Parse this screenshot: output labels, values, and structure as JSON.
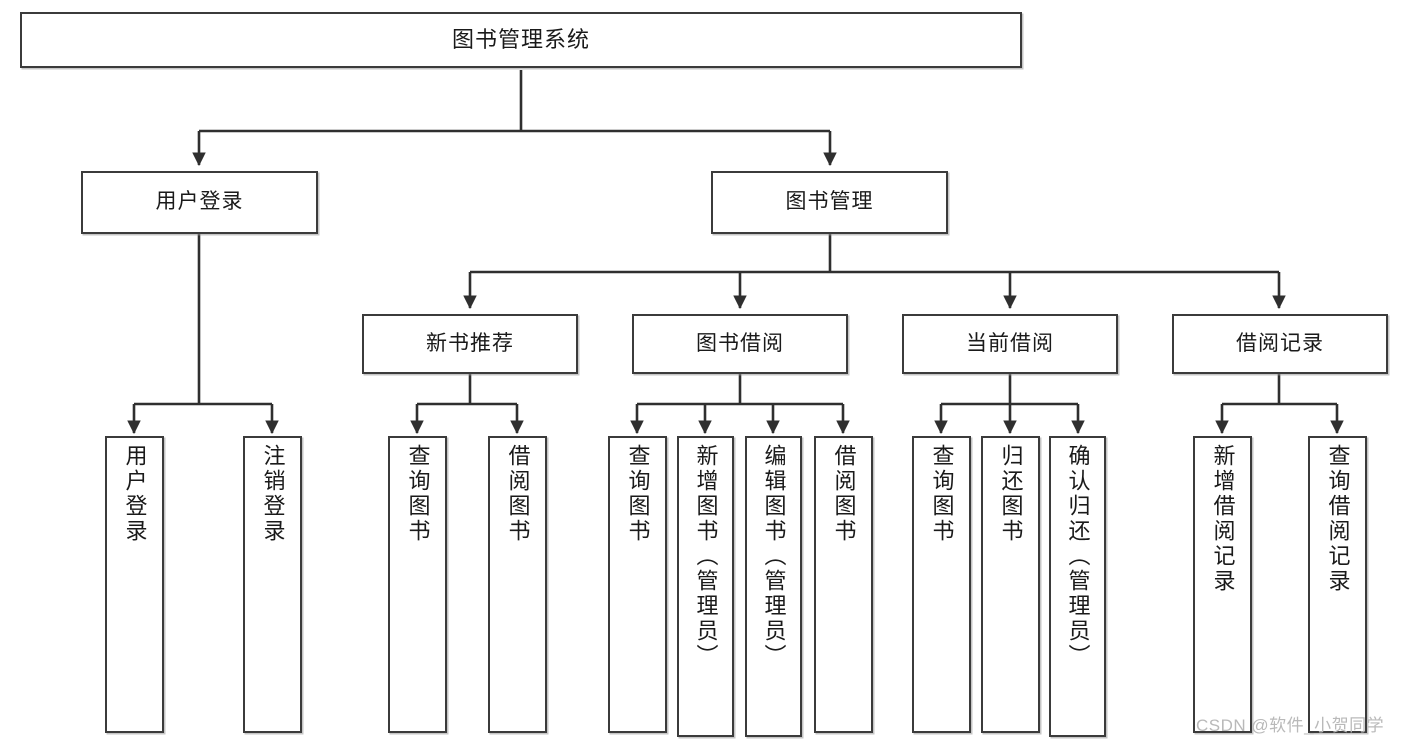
{
  "diagram": {
    "title": "图书管理系统",
    "type": "tree-structure-chart",
    "watermark": "CSDN @软件_小贺同学",
    "colors": {
      "box_border": "#3b3b3b",
      "box_fill": "#ffffff",
      "edge": "#2f2f2f",
      "text": "#1a1a1a",
      "watermark": "#b9b9b9",
      "background": "#ffffff"
    },
    "nodes": {
      "root": {
        "label": "图书管理系统"
      },
      "level2": [
        {
          "id": "user-login",
          "label": "用户登录"
        },
        {
          "id": "book-manage",
          "label": "图书管理"
        }
      ],
      "level3": [
        {
          "id": "new-book-recommend",
          "label": "新书推荐"
        },
        {
          "id": "book-borrow",
          "label": "图书借阅"
        },
        {
          "id": "current-borrow",
          "label": "当前借阅"
        },
        {
          "id": "borrow-record",
          "label": "借阅记录"
        }
      ],
      "leaves": {
        "user_login": [
          {
            "id": "leaf-user-login",
            "label": "用户登录"
          },
          {
            "id": "leaf-logout-login",
            "label": "注销登录"
          }
        ],
        "new_book_recommend": [
          {
            "id": "leaf-query-book-1",
            "label": "查询图书"
          },
          {
            "id": "leaf-borrow-book-1",
            "label": "借阅图书"
          }
        ],
        "book_borrow": [
          {
            "id": "leaf-query-book-2",
            "label": "查询图书"
          },
          {
            "id": "leaf-add-book",
            "label": "新增图书（管理员）"
          },
          {
            "id": "leaf-edit-book",
            "label": "编辑图书（管理员）"
          },
          {
            "id": "leaf-borrow-book-2",
            "label": "借阅图书"
          }
        ],
        "current_borrow": [
          {
            "id": "leaf-query-book-3",
            "label": "查询图书"
          },
          {
            "id": "leaf-return-book",
            "label": "归还图书"
          },
          {
            "id": "leaf-confirm-return",
            "label": "确认归还（管理员）"
          }
        ],
        "borrow_record": [
          {
            "id": "leaf-add-record",
            "label": "新增借阅记录"
          },
          {
            "id": "leaf-query-record",
            "label": "查询借阅记录"
          }
        ]
      }
    }
  }
}
